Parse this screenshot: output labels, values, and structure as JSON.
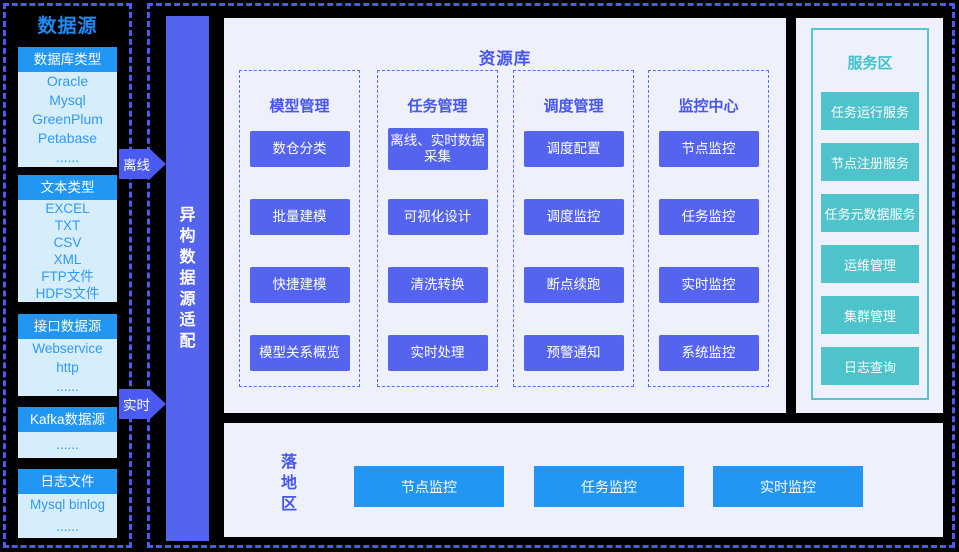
{
  "colors": {
    "dash_border": "#4b5af1",
    "accent_purple": "#5564ee",
    "accent_purple_text": "#4656ee",
    "accent_blue": "#2196f3",
    "light_blue_body": "#d6edfc",
    "panel_bg": "#eef0fb",
    "accent_teal": "#4fc3cb",
    "black_bg": "#000000"
  },
  "data_sources": {
    "title": "数据源",
    "cards": [
      {
        "header": "数据库类型",
        "items": [
          "Oracle",
          "Mysql",
          "GreenPlum",
          "Petabase",
          "......"
        ]
      },
      {
        "header": "文本类型",
        "items": [
          "EXCEL",
          "TXT",
          "CSV",
          "XML",
          "FTP文件",
          "HDFS文件"
        ]
      },
      {
        "header": "接口数据源",
        "items": [
          "Webservice",
          "http",
          "......"
        ]
      },
      {
        "header": "Kafka数据源",
        "items": [
          "......"
        ]
      },
      {
        "header": "日志文件",
        "items": [
          "Mysql binlog",
          "......"
        ]
      }
    ]
  },
  "flows": {
    "offline": "离线",
    "realtime": "实时"
  },
  "adapter_bar": {
    "label": "异构数据源适配"
  },
  "resource_library": {
    "title": "资源库",
    "columns": [
      {
        "title": "模型管理",
        "items": [
          "数仓分类",
          "批量建模",
          "快捷建模",
          "模型关系概览"
        ]
      },
      {
        "title": "任务管理",
        "items": [
          "离线、实时数据采集",
          "可视化设计",
          "清洗转换",
          "实时处理"
        ]
      },
      {
        "title": "调度管理",
        "items": [
          "调度配置",
          "调度监控",
          "断点续跑",
          "预警通知"
        ]
      },
      {
        "title": "监控中心",
        "items": [
          "节点监控",
          "任务监控",
          "实时监控",
          "系统监控"
        ]
      }
    ]
  },
  "service_area": {
    "title": "服务区",
    "items": [
      "任务运行服务",
      "节点注册服务",
      "任务元数据服务",
      "运维管理",
      "集群管理",
      "日志查询"
    ]
  },
  "landing_zone": {
    "title": "落地区",
    "items": [
      "节点监控",
      "任务监控",
      "实时监控"
    ]
  }
}
